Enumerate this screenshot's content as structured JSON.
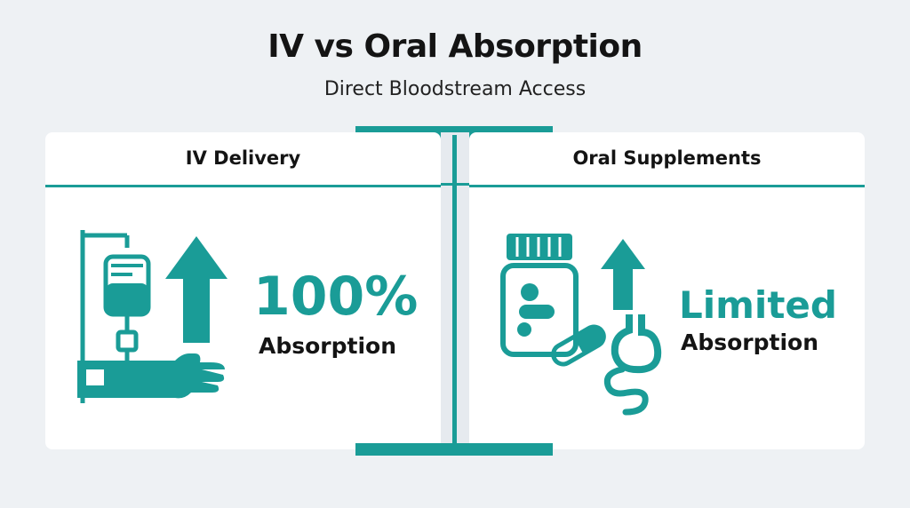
{
  "header": {
    "title": "IV vs Oral Absorption",
    "subtitle": "Direct Bloodstream Access"
  },
  "iv": {
    "heading": "IV Delivery",
    "value": "100%",
    "label": "Absorption"
  },
  "oral": {
    "heading": "Oral Supplements",
    "value": "Limited",
    "label": "Absorption"
  },
  "colors": {
    "accent": "#1a9c97",
    "background": "#eef1f4",
    "card": "#ffffff",
    "text": "#141414"
  },
  "icons": [
    "iv-bag-icon",
    "arm-icon",
    "up-arrow-icon",
    "pill-bottle-icon",
    "capsule-icon",
    "stomach-icon",
    "intestine-icon"
  ]
}
